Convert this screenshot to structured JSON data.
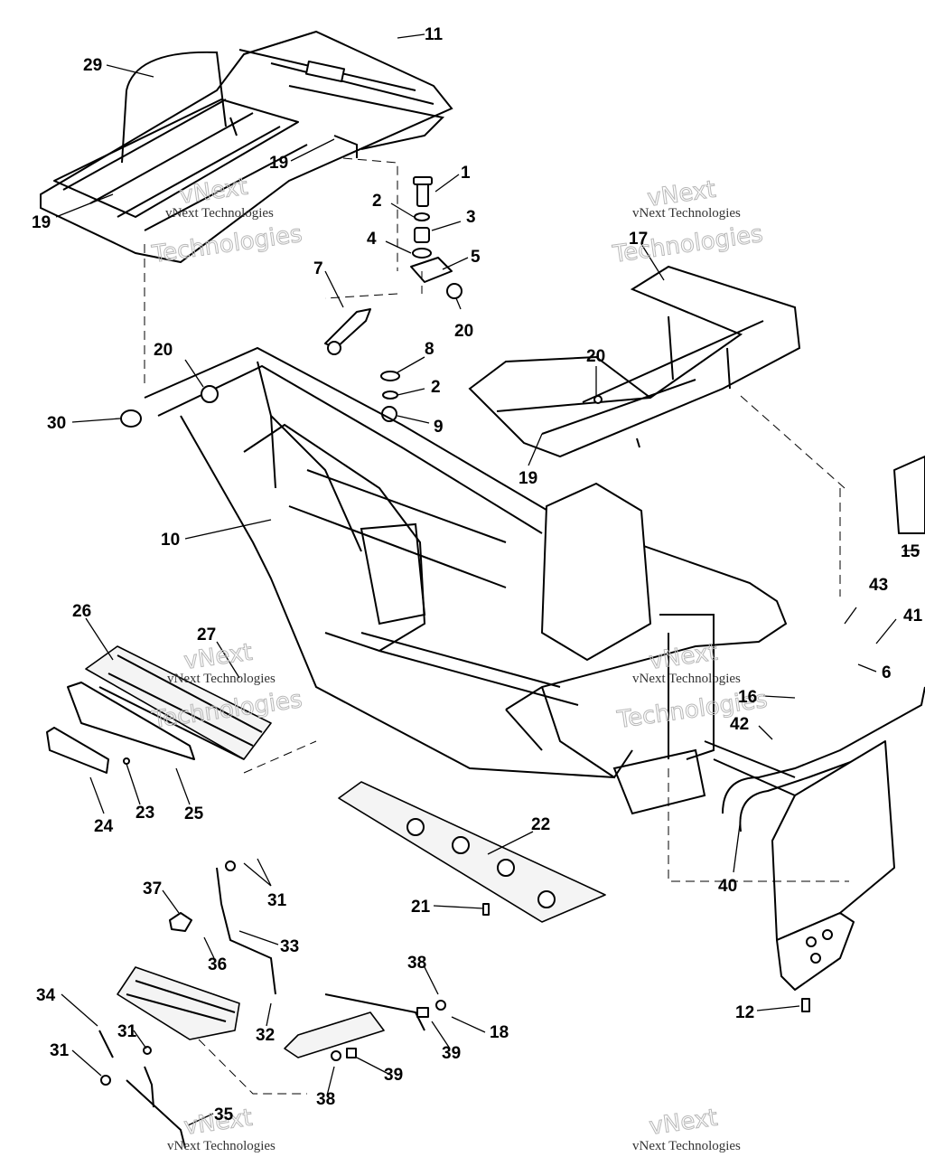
{
  "watermark": {
    "line1": "vNext Technologies",
    "large_top": "vNext",
    "large_bottom": "Technologies"
  },
  "callouts": [
    {
      "id": "c29",
      "text": "29"
    },
    {
      "id": "c11",
      "text": "11"
    },
    {
      "id": "c19a",
      "text": "19"
    },
    {
      "id": "c1",
      "text": "1"
    },
    {
      "id": "c2a",
      "text": "2"
    },
    {
      "id": "c3",
      "text": "3"
    },
    {
      "id": "c4",
      "text": "4"
    },
    {
      "id": "c5",
      "text": "5"
    },
    {
      "id": "c20a",
      "text": "20"
    },
    {
      "id": "c19b",
      "text": "19"
    },
    {
      "id": "c7",
      "text": "7"
    },
    {
      "id": "c17",
      "text": "17"
    },
    {
      "id": "c20b",
      "text": "20"
    },
    {
      "id": "c8",
      "text": "8"
    },
    {
      "id": "c2b",
      "text": "2"
    },
    {
      "id": "c9",
      "text": "9"
    },
    {
      "id": "c20c",
      "text": "20"
    },
    {
      "id": "c30",
      "text": "30"
    },
    {
      "id": "c19c",
      "text": "19"
    },
    {
      "id": "c10",
      "text": "10"
    },
    {
      "id": "c15",
      "text": "15"
    },
    {
      "id": "c43",
      "text": "43"
    },
    {
      "id": "c41",
      "text": "41"
    },
    {
      "id": "c6",
      "text": "6"
    },
    {
      "id": "c26",
      "text": "26"
    },
    {
      "id": "c27",
      "text": "27"
    },
    {
      "id": "c16",
      "text": "16"
    },
    {
      "id": "c42",
      "text": "42"
    },
    {
      "id": "c23",
      "text": "23"
    },
    {
      "id": "c25",
      "text": "25"
    },
    {
      "id": "c24",
      "text": "24"
    },
    {
      "id": "c22",
      "text": "22"
    },
    {
      "id": "c40",
      "text": "40"
    },
    {
      "id": "c31a",
      "text": "31"
    },
    {
      "id": "c37",
      "text": "37"
    },
    {
      "id": "c33",
      "text": "33"
    },
    {
      "id": "c36",
      "text": "36"
    },
    {
      "id": "c21",
      "text": "21"
    },
    {
      "id": "c38a",
      "text": "38"
    },
    {
      "id": "c34",
      "text": "34"
    },
    {
      "id": "c31b",
      "text": "31"
    },
    {
      "id": "c32",
      "text": "32"
    },
    {
      "id": "c18",
      "text": "18"
    },
    {
      "id": "c12",
      "text": "12"
    },
    {
      "id": "c31c",
      "text": "31"
    },
    {
      "id": "c39a",
      "text": "39"
    },
    {
      "id": "c39b",
      "text": "39"
    },
    {
      "id": "c38b",
      "text": "38"
    },
    {
      "id": "c35",
      "text": "35"
    }
  ]
}
